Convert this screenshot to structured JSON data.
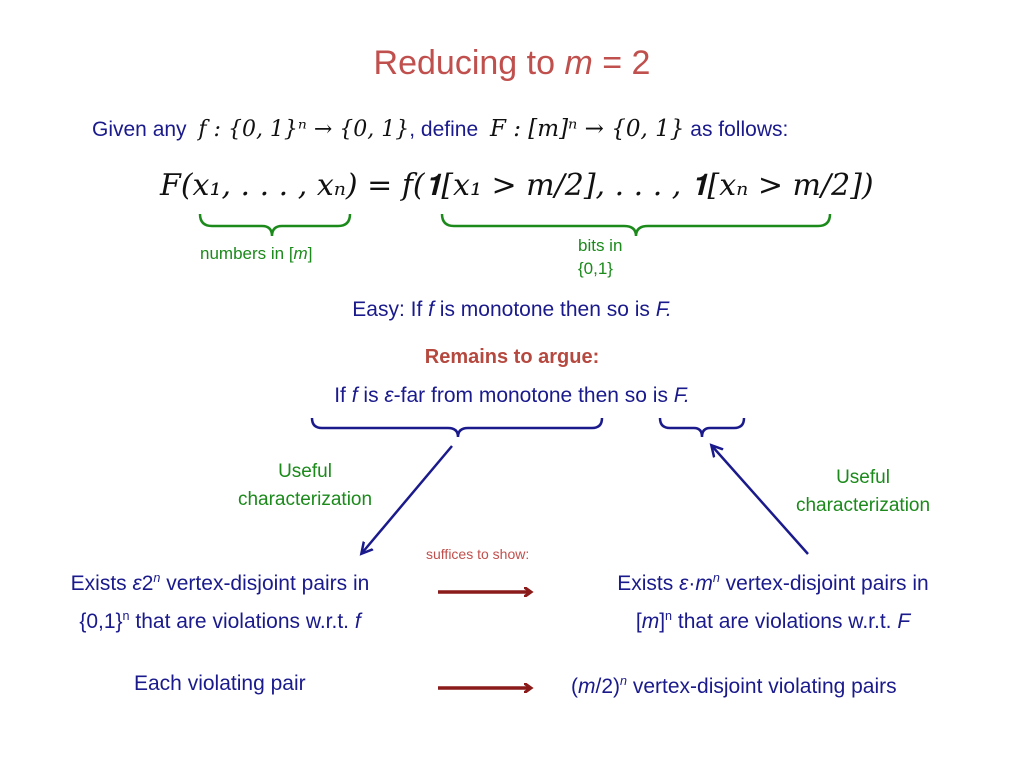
{
  "title": {
    "prefix": "Reducing to ",
    "var": "m",
    "suffix": " = 2"
  },
  "given": {
    "given_any": "Given any",
    "f_def": "f : {0, 1}ⁿ → {0, 1}",
    "define": ", define",
    "F_def": "F : [m]ⁿ → {0, 1}",
    "as_follows": "as follows:"
  },
  "formula": {
    "lhs": "F(x₁, . . . , xₙ)",
    "eq": " = ",
    "rhs": "f(𝟏[x₁ > m/2], . . . , 𝟏[xₙ > m/2])"
  },
  "brace_left_label": {
    "prefix": "numbers in [",
    "var": "m",
    "suffix": "]"
  },
  "brace_right_label": {
    "line1": "bits in",
    "line2": "{0,1}"
  },
  "easy": {
    "prefix": "Easy: If ",
    "f": "f",
    "mid": " is monotone then so is ",
    "F": "F."
  },
  "remains": "Remains to argue:",
  "claim": {
    "prefix": "If ",
    "f": "f",
    "is": " is ",
    "eps": "ε",
    "mid": "-far from monotone then so is ",
    "F": "F."
  },
  "useful_left": {
    "line1": "Useful",
    "line2": "characterization"
  },
  "useful_right": {
    "line1": "Useful",
    "line2": "characterization"
  },
  "suffices": "suffices to show:",
  "left_stmt": {
    "line1_a": "Exists ",
    "eps": "ε",
    "two": "2",
    "n": "n",
    "line1_b": " vertex-disjoint pairs in",
    "line2_a": "{0,1}",
    "n2": "n",
    "line2_b": " that are violations w.r.t. ",
    "f": "f"
  },
  "right_stmt": {
    "line1_a": "Exists ",
    "eps": "ε",
    "dot": "·",
    "m": "m",
    "n": "n",
    "line1_b": " vertex-disjoint pairs in",
    "line2_a": "[",
    "m2": "m",
    "line2_b": "]",
    "n2": "n",
    "line2_c": " that are violations w.r.t. ",
    "F": "F"
  },
  "each_pair": "Each violating pair",
  "result": {
    "open": "(",
    "m": "m",
    "slash": "/2)",
    "n": "n",
    "rest": " vertex-disjoint violating pairs"
  },
  "colors": {
    "title": "#c0504d",
    "text": "#1a1a8c",
    "green": "#1b8a1b",
    "arrow_red": "#8b1a1a",
    "arrow_blue": "#1a1a8c"
  }
}
